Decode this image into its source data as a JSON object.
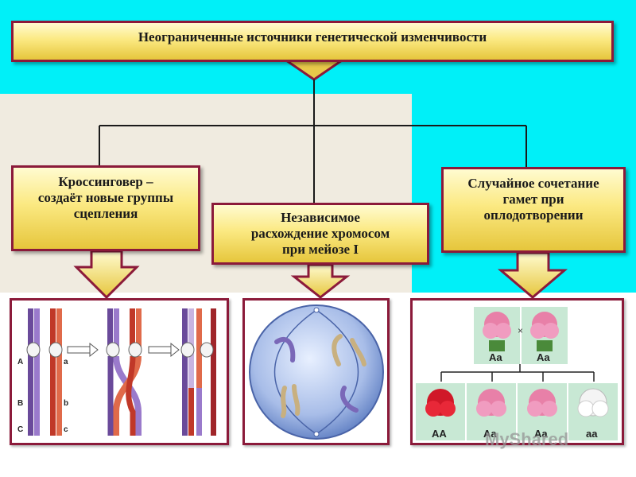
{
  "title": "Неограниченные источники генетической изменчивости",
  "sources": [
    {
      "label_lines": [
        "Кроссинговер –",
        "создаёт новые группы",
        "сцепления"
      ]
    },
    {
      "label_lines": [
        "Независимое",
        "расхождение хромосом",
        "при мейозе I"
      ]
    },
    {
      "label_lines": [
        "Случайное сочетание",
        "гамет при",
        "оплодотворении"
      ]
    }
  ],
  "crossover_labels": {
    "left": [
      "A",
      "B",
      "C"
    ],
    "right": [
      "a",
      "b",
      "c"
    ]
  },
  "cross_symbol": "×",
  "parent_genotypes": [
    "Aa",
    "Aa"
  ],
  "offspring_genotypes": [
    "AA",
    "Aa",
    "Aa",
    "aa"
  ],
  "watermark": "MyShared",
  "colors": {
    "box_border": "#8b1a3a",
    "box_fill": "#fbe982",
    "cyan_bg": "#00f0f8",
    "beige_bg": "#f0ebe0"
  }
}
